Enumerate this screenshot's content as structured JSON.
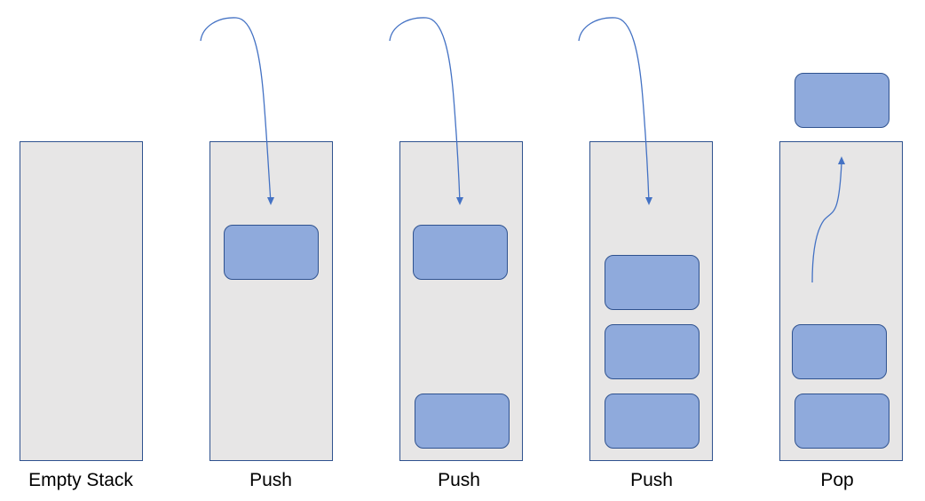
{
  "panels": [
    {
      "caption": "Empty Stack"
    },
    {
      "caption": "Push"
    },
    {
      "caption": "Push"
    },
    {
      "caption": "Push"
    },
    {
      "caption": "Pop"
    }
  ],
  "colors": {
    "stack_fill": "#e7e6e6",
    "stack_border": "#2f528f",
    "item_fill": "#8faadc",
    "item_border": "#2f528f",
    "arrow": "#4472c4"
  }
}
